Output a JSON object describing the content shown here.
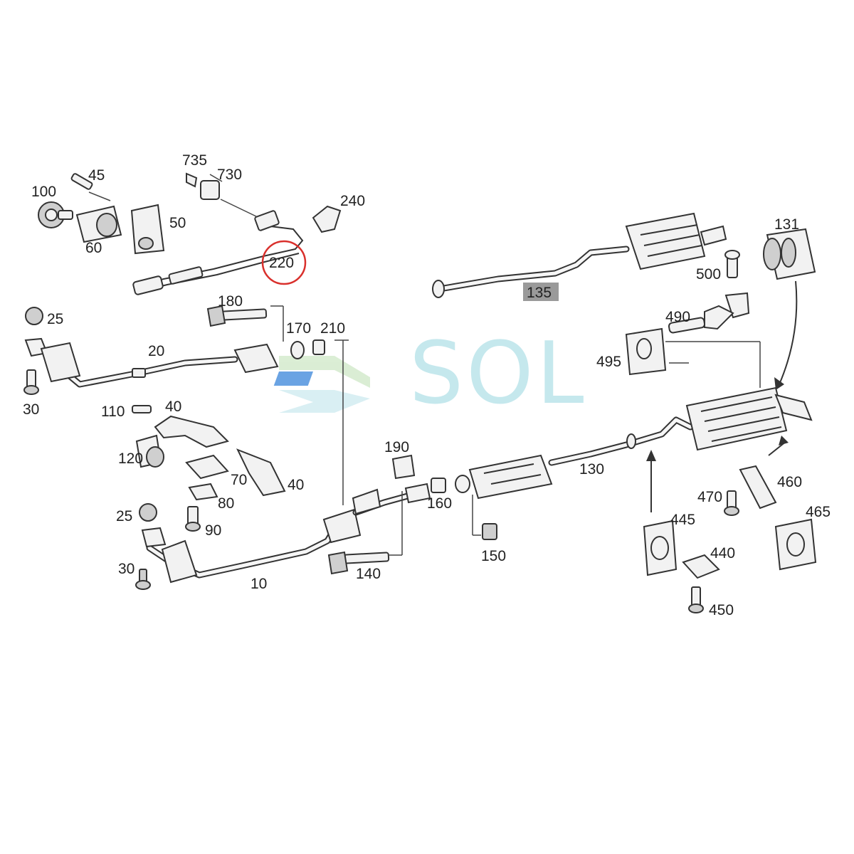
{
  "diagram": {
    "callouts": {
      "p735": "735",
      "p730": "730",
      "p45": "45",
      "p100": "100",
      "p240": "240",
      "p50": "50",
      "p60": "60",
      "p220": "220",
      "p131": "131",
      "p500": "500",
      "p135": "135",
      "p180": "180",
      "p25a": "25",
      "p170": "170",
      "p210": "210",
      "p490": "490",
      "p20": "20",
      "p495": "495",
      "p30a": "30",
      "p110": "110",
      "p40a": "40",
      "p190": "190",
      "p120": "120",
      "p70": "70",
      "p40b": "40",
      "p130": "130",
      "p460": "460",
      "p80": "80",
      "p160": "160",
      "p470": "470",
      "p25b": "25",
      "p445": "445",
      "p465": "465",
      "p90": "90",
      "p150": "150",
      "p140": "140",
      "p440": "440",
      "p30b": "30",
      "p10": "10",
      "p450": "450"
    },
    "highlight_color": "#d9302c",
    "tag_color": "#9a9a9a"
  },
  "watermark": {
    "text": "SOL",
    "colors": {
      "teal": "#bfe6ec",
      "green": "#bfe8b5",
      "blue": "#2f7fd8"
    }
  }
}
